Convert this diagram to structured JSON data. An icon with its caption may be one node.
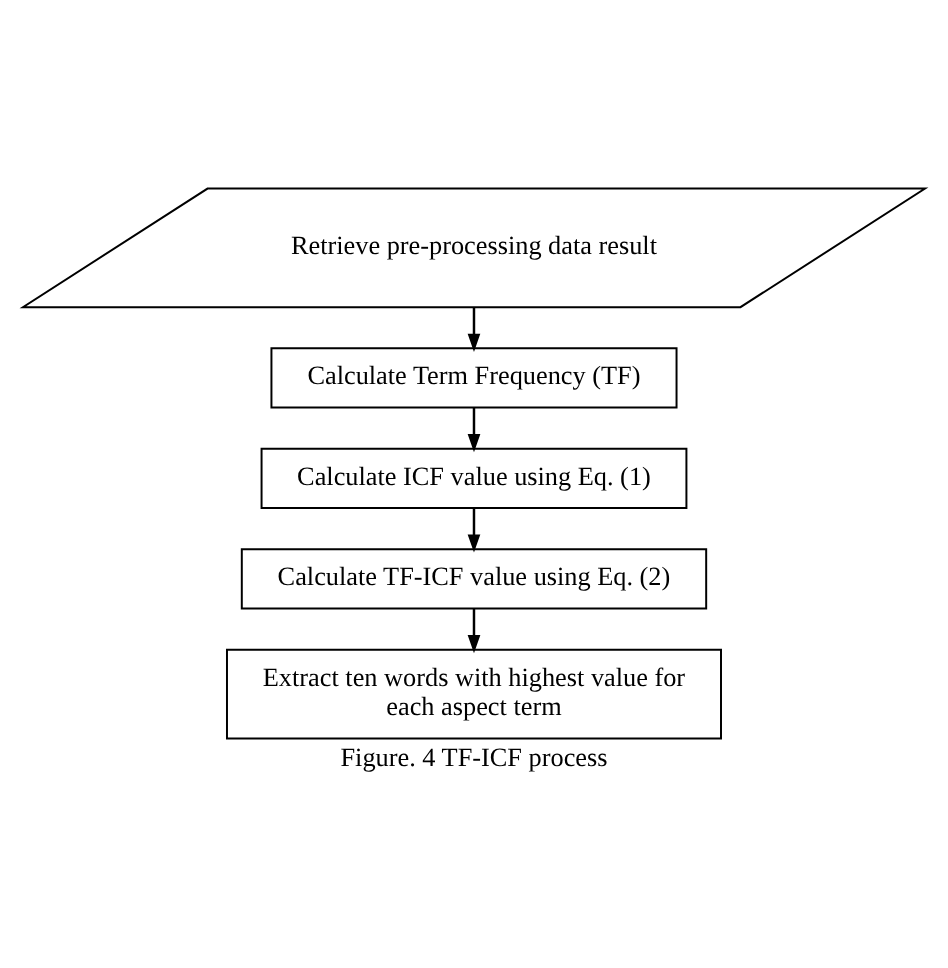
{
  "diagram": {
    "caption": "Figure. 4 TF-ICF process",
    "nodes": [
      {
        "text": [
          "Retrieve pre-processing data result"
        ]
      },
      {
        "text": [
          "Calculate Term Frequency (TF)"
        ]
      },
      {
        "text": [
          "Calculate ICF value using Eq. (1)"
        ]
      },
      {
        "text": [
          "Calculate TF-ICF value using Eq. (2)"
        ]
      },
      {
        "text": [
          "Extract ten words with highest value for each aspect term"
        ]
      }
    ],
    "edges": [
      {
        "from": 0,
        "to": 1,
        "arrow": "to"
      },
      {
        "from": 1,
        "to": 2,
        "arrow": "to"
      },
      {
        "from": 2,
        "to": 3,
        "arrow": "to"
      },
      {
        "from": 3,
        "to": 4,
        "arrow": "to"
      }
    ]
  }
}
